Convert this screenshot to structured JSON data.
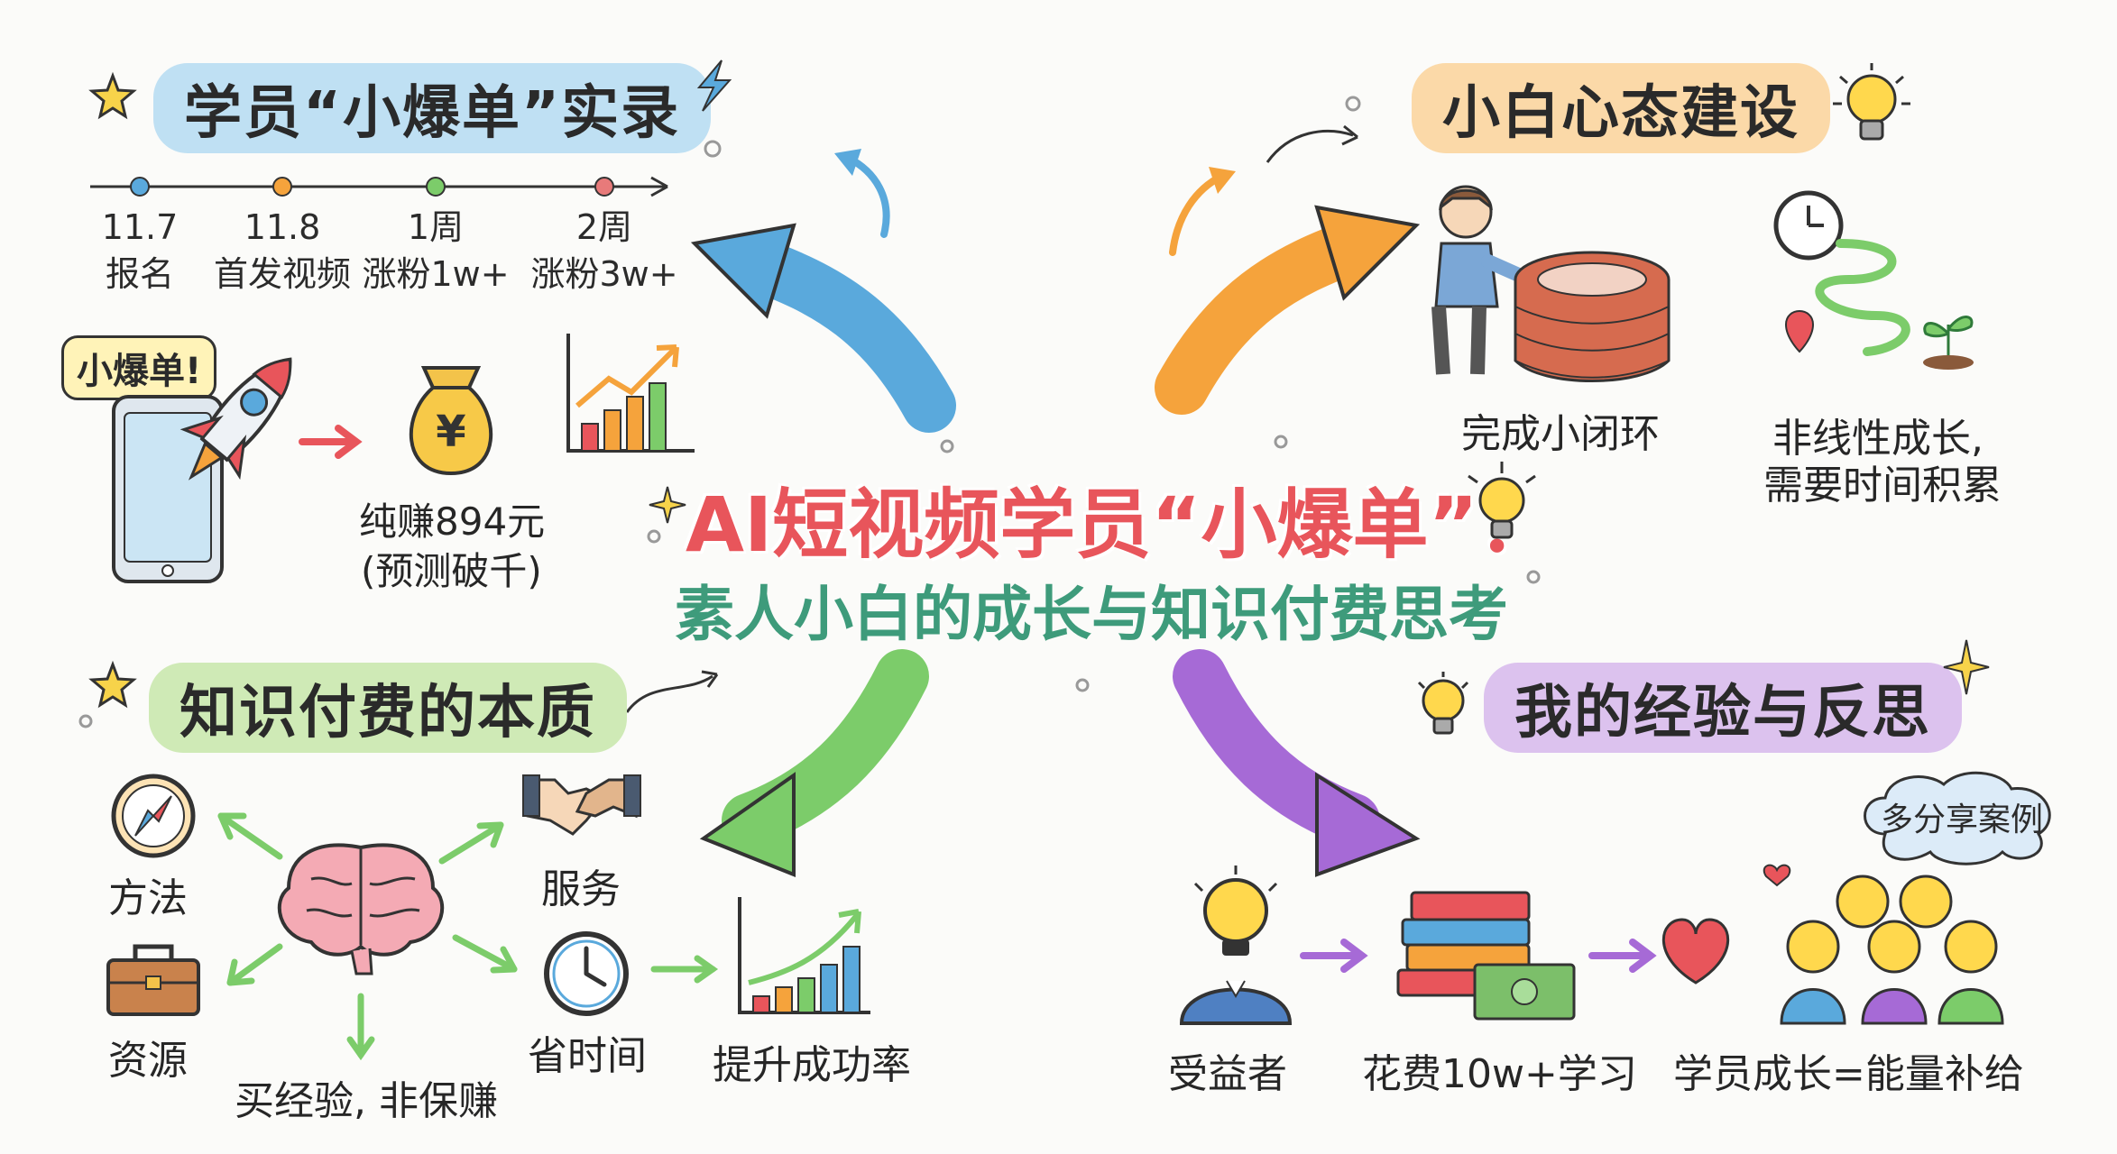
{
  "title": {
    "main": "AI短视频学员“小爆单”：",
    "sub": "素人小白的成长与知识付费思考"
  },
  "sections": {
    "records": {
      "title": "学员“小爆单”实录",
      "timeline": [
        {
          "date": "11.7",
          "event": "报名"
        },
        {
          "date": "11.8",
          "event": "首发视频"
        },
        {
          "date": "1周",
          "event": "涨粉1w+"
        },
        {
          "date": "2周",
          "event": "涨粉3w+"
        }
      ],
      "bubble": "小爆单!",
      "earn": "纯赚894元",
      "earn_note": "(预测破千)"
    },
    "mindset": {
      "title": "小白心态建设",
      "item1": "完成小闭环",
      "item2_line1": "非线性成长,",
      "item2_line2": "需要时间积累"
    },
    "essence": {
      "title": "知识付费的本质",
      "method": "方法",
      "resource": "资源",
      "service": "服务",
      "save_time": "省时间",
      "buy_exp": "买经验, 非保赚",
      "success": "提升成功率"
    },
    "reflection": {
      "title": "我的经验与反思",
      "cloud": "多分享案例",
      "beneficiary": "受益者",
      "spent": "花费10w+学习",
      "growth": "学员成长=能量补给"
    }
  },
  "colors": {
    "blue": "#5aa9dc",
    "orange": "#f5a33c",
    "green": "#7ccc6a",
    "purple": "#a66ad6",
    "title_red": "#e8555b",
    "title_green": "#3e9b7b"
  }
}
